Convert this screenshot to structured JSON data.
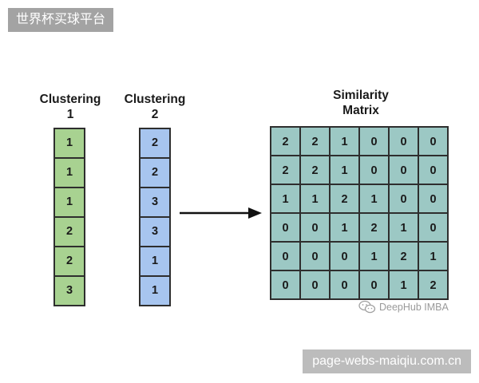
{
  "top_banner": "世界杯买球平台",
  "bottom_banner": "page-webs-maiqiu.com.cn",
  "clustering1": {
    "title_line1": "Clustering",
    "title_line2": "1",
    "values": [
      "1",
      "1",
      "1",
      "2",
      "2",
      "3"
    ]
  },
  "clustering2": {
    "title_line1": "Clustering",
    "title_line2": "2",
    "values": [
      "2",
      "2",
      "3",
      "3",
      "1",
      "1"
    ]
  },
  "similarity": {
    "title_line1": "Similarity",
    "title_line2": "Matrix",
    "rows": [
      [
        "2",
        "2",
        "1",
        "0",
        "0",
        "0"
      ],
      [
        "2",
        "2",
        "1",
        "0",
        "0",
        "0"
      ],
      [
        "1",
        "1",
        "2",
        "1",
        "0",
        "0"
      ],
      [
        "0",
        "0",
        "1",
        "2",
        "1",
        "0"
      ],
      [
        "0",
        "0",
        "0",
        "1",
        "2",
        "1"
      ],
      [
        "0",
        "0",
        "0",
        "0",
        "1",
        "2"
      ]
    ]
  },
  "watermark": {
    "text": "DeepHub IMBA",
    "icon": "wechat-icon"
  },
  "colors": {
    "clustering1_fill": "#a8d291",
    "clustering2_fill": "#a7c5ef",
    "matrix_fill": "#9cc8c4"
  }
}
